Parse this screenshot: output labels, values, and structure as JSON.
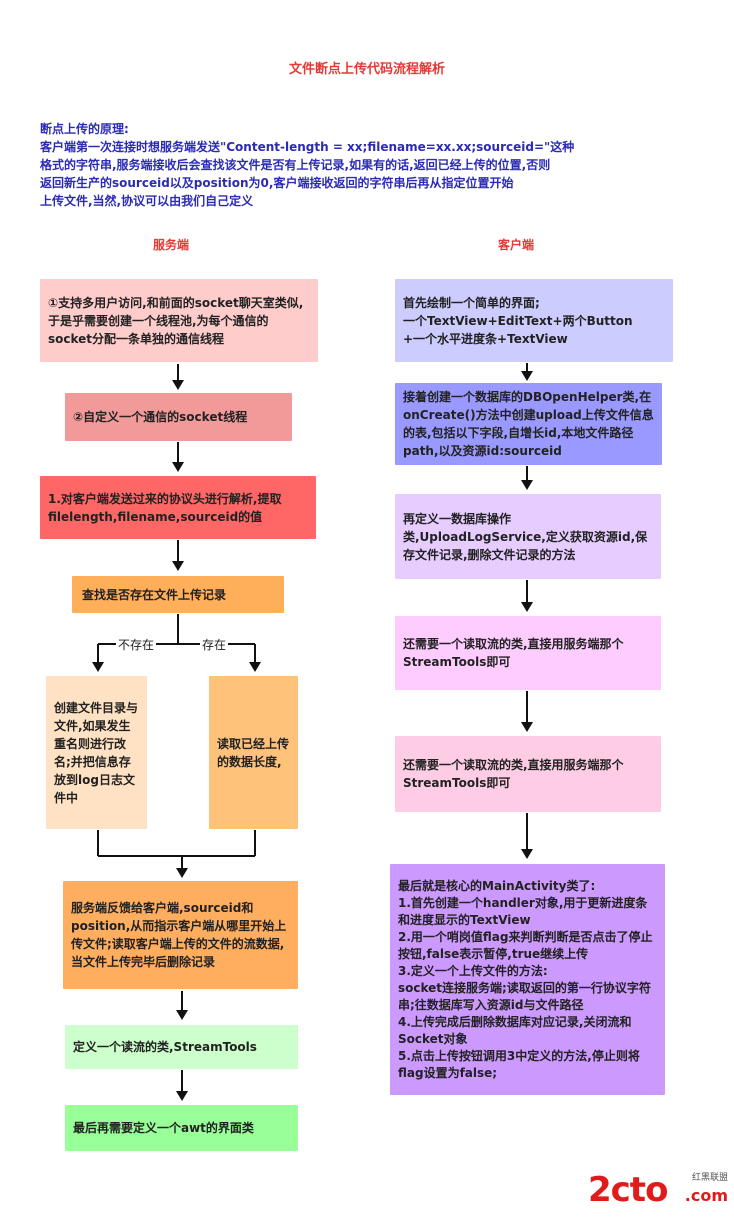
{
  "title": "文件断点上传代码流程解析",
  "intro": {
    "heading": "断点上传的原理:",
    "lines": [
      "客户端第一次连接时想服务端发送\"Content-length = xx;filename=xx.xx;sourceid=\"这种",
      "格式的字符串,服务端接收后会查找该文件是否有上传记录,如果有的话,返回已经上传的位置,否则",
      "返回新生产的sourceid以及position为0,客户端接收返回的字符串后再从指定位置开始",
      "上传文件,当然,协议可以由我们自己定义"
    ]
  },
  "server": {
    "heading": "服务端",
    "step1": "①支持多用户访问,和前面的socket聊天室类似,于是乎需要创建一个线程池,为每个通信的socket分配一条单独的通信线程",
    "step2": "②自定义一个通信的socket线程",
    "step3": "1.对客户端发送过来的协议头进行解析,提取filelength,filename,sourceid的值",
    "step4": "查找是否存在文件上传记录",
    "branch_no": "不存在",
    "branch_yes": "存在",
    "left_branch": "创建文件目录与文件,如果发生重名则进行改名;并把信息存放到log日志文件中",
    "right_branch": "读取已经上传的数据长度,",
    "step5": "服务端反馈给客户端,sourceid和position,从而指示客户端从哪里开始上传文件;读取客户端上传的文件的流数据,当文件上传完毕后删除记录",
    "step6": "定义一个读流的类,StreamTools",
    "step7": "最后再需要定义一个awt的界面类"
  },
  "client": {
    "heading": "客户端",
    "step1": "首先绘制一个简单的界面;\n一个TextView+EditText+两个Button\n+一个水平进度条+TextView",
    "step2": "接着创建一个数据库的DBOpenHelper类,在onCreate()方法中创建upload上传文件信息的表,包括以下字段,自增长id,本地文件路径path,以及资源id:sourceid",
    "step3": "再定义一数据库操作类,UploadLogService,定义获取资源id,保存文件记录,删除文件记录的方法",
    "step4": "还需要一个读取流的类,直接用服务端那个StreamTools即可",
    "step5": "还需要一个读取流的类,直接用服务端那个StreamTools即可",
    "step6": "最后就是核心的MainActivity类了:\n1.首先创建一个handler对象,用于更新进度条和进度显示的TextView\n2.用一个哨岗值flag来判断判断是否点击了停止按钮,false表示暂停,true继续上传\n3.定义一个上传文件的方法:\nsocket连接服务端;读取返回的第一行协议字符串;往数据库写入资源id与文件路径\n4.上传完成后删除数据库对应记录,关闭流和Socket对象\n5.点击上传按钮调用3中定义的方法,停止则将flag设置为false;"
  },
  "watermark": {
    "brand": "2cto",
    "tagline": "红黑联盟",
    "domain": ".com"
  },
  "colors": {
    "title": "#e53935",
    "intro": "#2b2bb5",
    "server1": "#ffcccc",
    "server2": "#f29a9a",
    "server3": "#ff6666",
    "server4": "#ffae5a",
    "left_branch": "#ffe2c4",
    "right_branch": "#ffc27a",
    "server5": "#ffad5e",
    "server6": "#ccffcc",
    "server7": "#99ff99",
    "client1": "#ccccff",
    "client2": "#9999ff",
    "client3": "#e6ccff",
    "client4": "#ffccff",
    "client5": "#ffcce6",
    "client6": "#cc99ff"
  }
}
